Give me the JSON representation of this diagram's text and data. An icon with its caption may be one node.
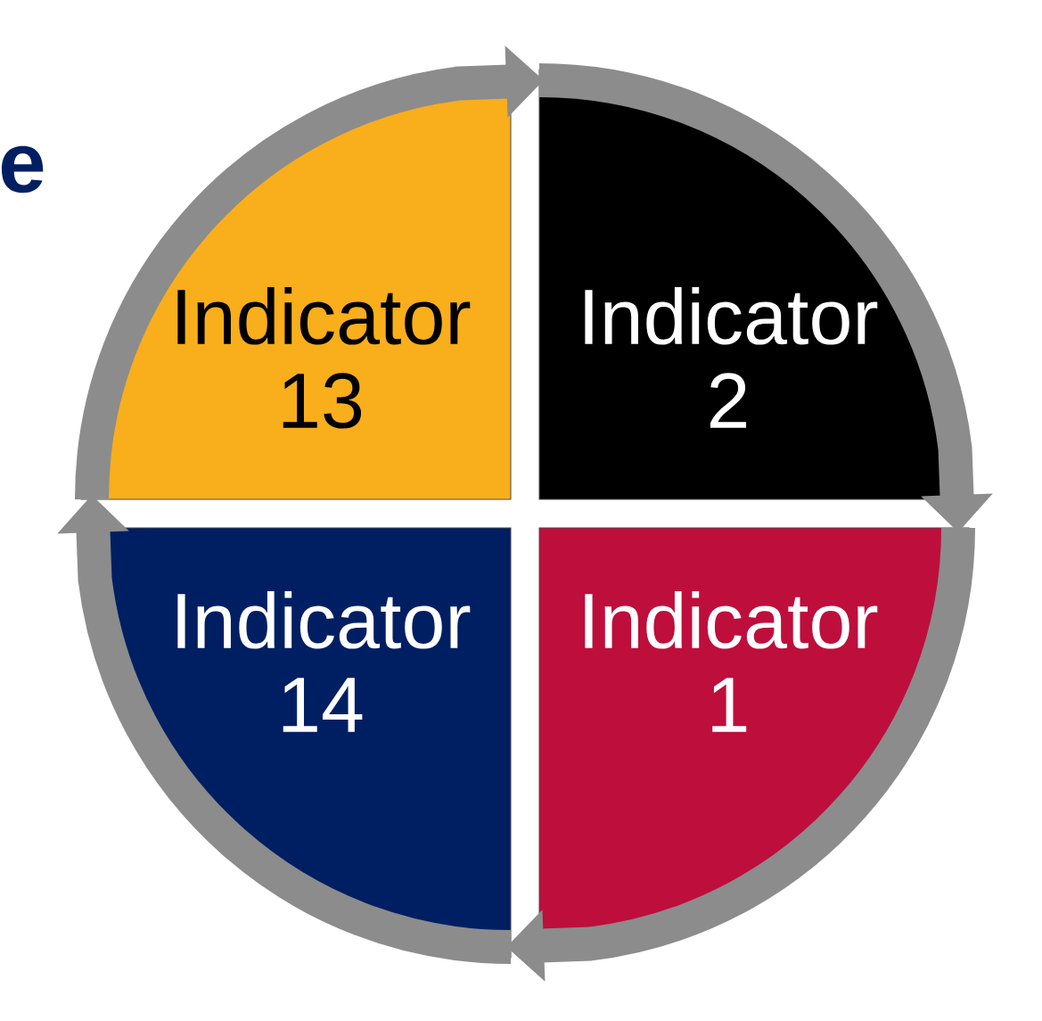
{
  "diagram": {
    "nodes": [
      {
        "text": [
          "Indicator 13"
        ]
      },
      {
        "text": [
          "Indicator 2"
        ]
      },
      {
        "text": [
          "Indicator 14"
        ]
      },
      {
        "text": [
          "Indicator 1"
        ]
      }
    ],
    "edges": [
      {
        "from": 0,
        "to": 1,
        "arrow": "to"
      },
      {
        "from": 1,
        "to": 3,
        "arrow": "to"
      },
      {
        "from": 3,
        "to": 2,
        "arrow": "to"
      },
      {
        "from": 2,
        "to": 0,
        "arrow": "to"
      }
    ],
    "labels": [
      "e"
    ]
  }
}
